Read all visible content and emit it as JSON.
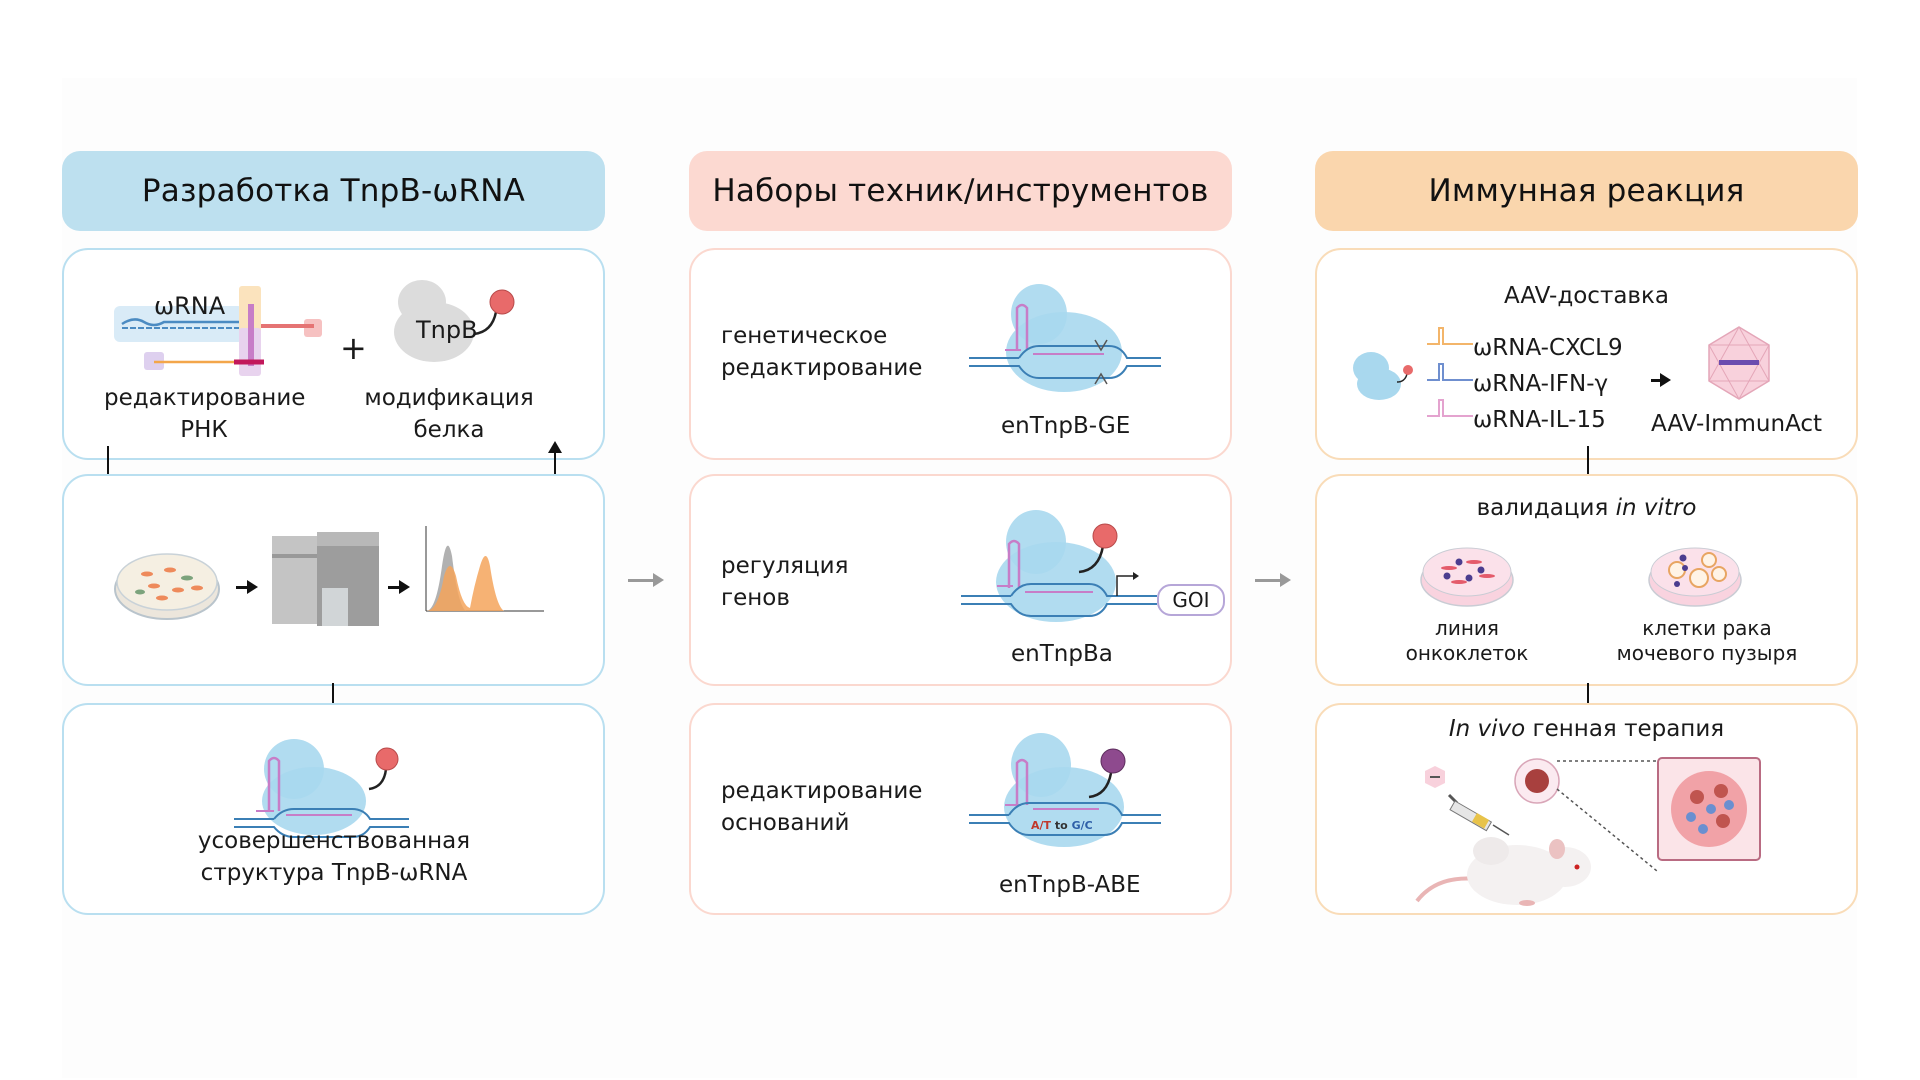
{
  "columns": [
    {
      "title": "Разработка TnpB-ωRNA",
      "panels": [
        {
          "wrna_label": "ωRNA",
          "tnpb_label": "TnpB",
          "plus": "+",
          "left_caption_1": "редактирование",
          "left_caption_2": "РНК",
          "right_caption_1": "модификация",
          "right_caption_2": "белка"
        },
        {
          "steps": [
            "cell-culture-dish",
            "flow-cytometer",
            "histogram"
          ]
        },
        {
          "caption_1": "усовершенствованная",
          "caption_2": "структура TnpB-ωRNA"
        }
      ]
    },
    {
      "title": "Наборы техник/инструментов",
      "panels": [
        {
          "label_1": "генетическое",
          "label_2": "редактирование",
          "tool": "enTnpB-GE"
        },
        {
          "label_1": "регуляция",
          "label_2": "генов",
          "tool": "enTnpBa",
          "goi": "GOI"
        },
        {
          "label_1": "редактирование",
          "label_2": "оснований",
          "tool": "enTnpB-ABE",
          "edit_from": "A/T",
          "edit_to_word": "to",
          "edit_to": "G/C"
        }
      ]
    },
    {
      "title": "Иммунная реакция",
      "panels": [
        {
          "heading": "AAV-доставка",
          "wrnas": [
            "ωRNA-CXCL9",
            "ωRNA-IFN-γ",
            "ωRNA-IL-15"
          ],
          "product": "AAV-ImmunAct"
        },
        {
          "heading_plain": "валидация",
          "heading_italic": "in vitro",
          "dish1_caption_1": "линия",
          "dish1_caption_2": "онкоклеток",
          "dish2_caption_1": "клетки рака",
          "dish2_caption_2": "мочевого пузыря"
        },
        {
          "heading_italic": "In vivo",
          "heading_plain": "генная терапия"
        }
      ]
    }
  ],
  "colors": {
    "col1_header": "#bde0ef",
    "col2_header": "#fcd9d1",
    "col3_header": "#fad6ad",
    "protein_blue": "#a9d8ee",
    "effector_red": "#e86a6a",
    "effector_purple": "#8e4a8e",
    "rna_pink": "#c77dc7",
    "dna_blue": "#3b7fb5"
  }
}
